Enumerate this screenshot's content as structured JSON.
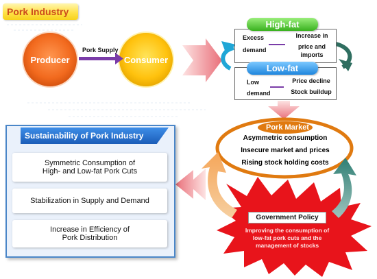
{
  "header": {
    "title": "Pork Industry"
  },
  "flow": {
    "producer": "Producer",
    "consumer": "Consumer",
    "supply_label": "Pork Supply"
  },
  "high_fat": {
    "title": "High-fat",
    "cause_line1": "Excess",
    "cause_line2": "demand",
    "effect_line1": "Increase in",
    "effect_line2": "price and imports"
  },
  "low_fat": {
    "title": "Low-fat",
    "cause_line1": "Low",
    "cause_line2": "demand",
    "effect_line1": "Price decline",
    "effect_line2": "Stock buildup"
  },
  "market": {
    "title": "Pork Market",
    "items": [
      "Asymmetric consumption",
      "Insecure market and prices",
      "Rising stock holding costs"
    ]
  },
  "sustainability": {
    "title": "Sustainability of Pork Industry",
    "items": [
      {
        "line1": "Symmetric Consumption of",
        "line2": "High- and Low-fat Pork Cuts"
      },
      {
        "line1": "Stabilization in Supply and Demand",
        "line2": ""
      },
      {
        "line1": "Increase in Efficiency of",
        "line2": "Pork Distribution"
      }
    ]
  },
  "government": {
    "title": "Government Policy",
    "line1": "Improving the consumption of",
    "line2": "low-fat pork cuts and the",
    "line3": "management of stocks"
  },
  "colors": {
    "producer": "#f26a1e",
    "consumer": "#ffc20e",
    "high_fat": "#39b11f",
    "low_fat": "#1f86dd",
    "market_ring": "#e07a10",
    "government": "#e8141b",
    "sustainability": "#1b5db8"
  }
}
